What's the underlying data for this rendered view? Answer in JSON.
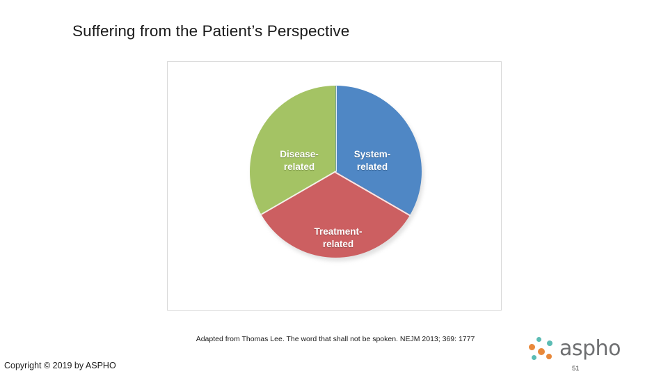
{
  "slide": {
    "title": "Suffering from the Patient’s Perspective",
    "citation": "Adapted from Thomas Lee. The word that shall not be spoken. NEJM 2013; 369: 1777",
    "copyright": "Copyright © 2019 by ASPHO",
    "page_number": "51",
    "logo_text": "aspho"
  },
  "chart_data": {
    "type": "pie",
    "title": "Suffering from the Patient’s Perspective",
    "categories": [
      "System-related",
      "Disease-related",
      "Treatment-related"
    ],
    "values": [
      33.3,
      33.3,
      33.3
    ],
    "labels": [
      {
        "line1": "System-",
        "line2": "related",
        "color": "#4f87c5"
      },
      {
        "line1": "Disease-",
        "line2": "related",
        "color": "#a4c364"
      },
      {
        "line1": "Treatment-",
        "line2": "related",
        "color": "#cc5f61"
      }
    ],
    "legend": "none",
    "grid": false,
    "start_angle_deg": 0,
    "colors": {
      "system_related": "#4f87c5",
      "disease_related": "#a4c364",
      "treatment_related": "#cc5f61",
      "frame_border": "#d9d9d9",
      "logo_gray": "#6e6f71",
      "logo_orange": "#e8883a",
      "logo_teal": "#5bbcb4"
    }
  }
}
